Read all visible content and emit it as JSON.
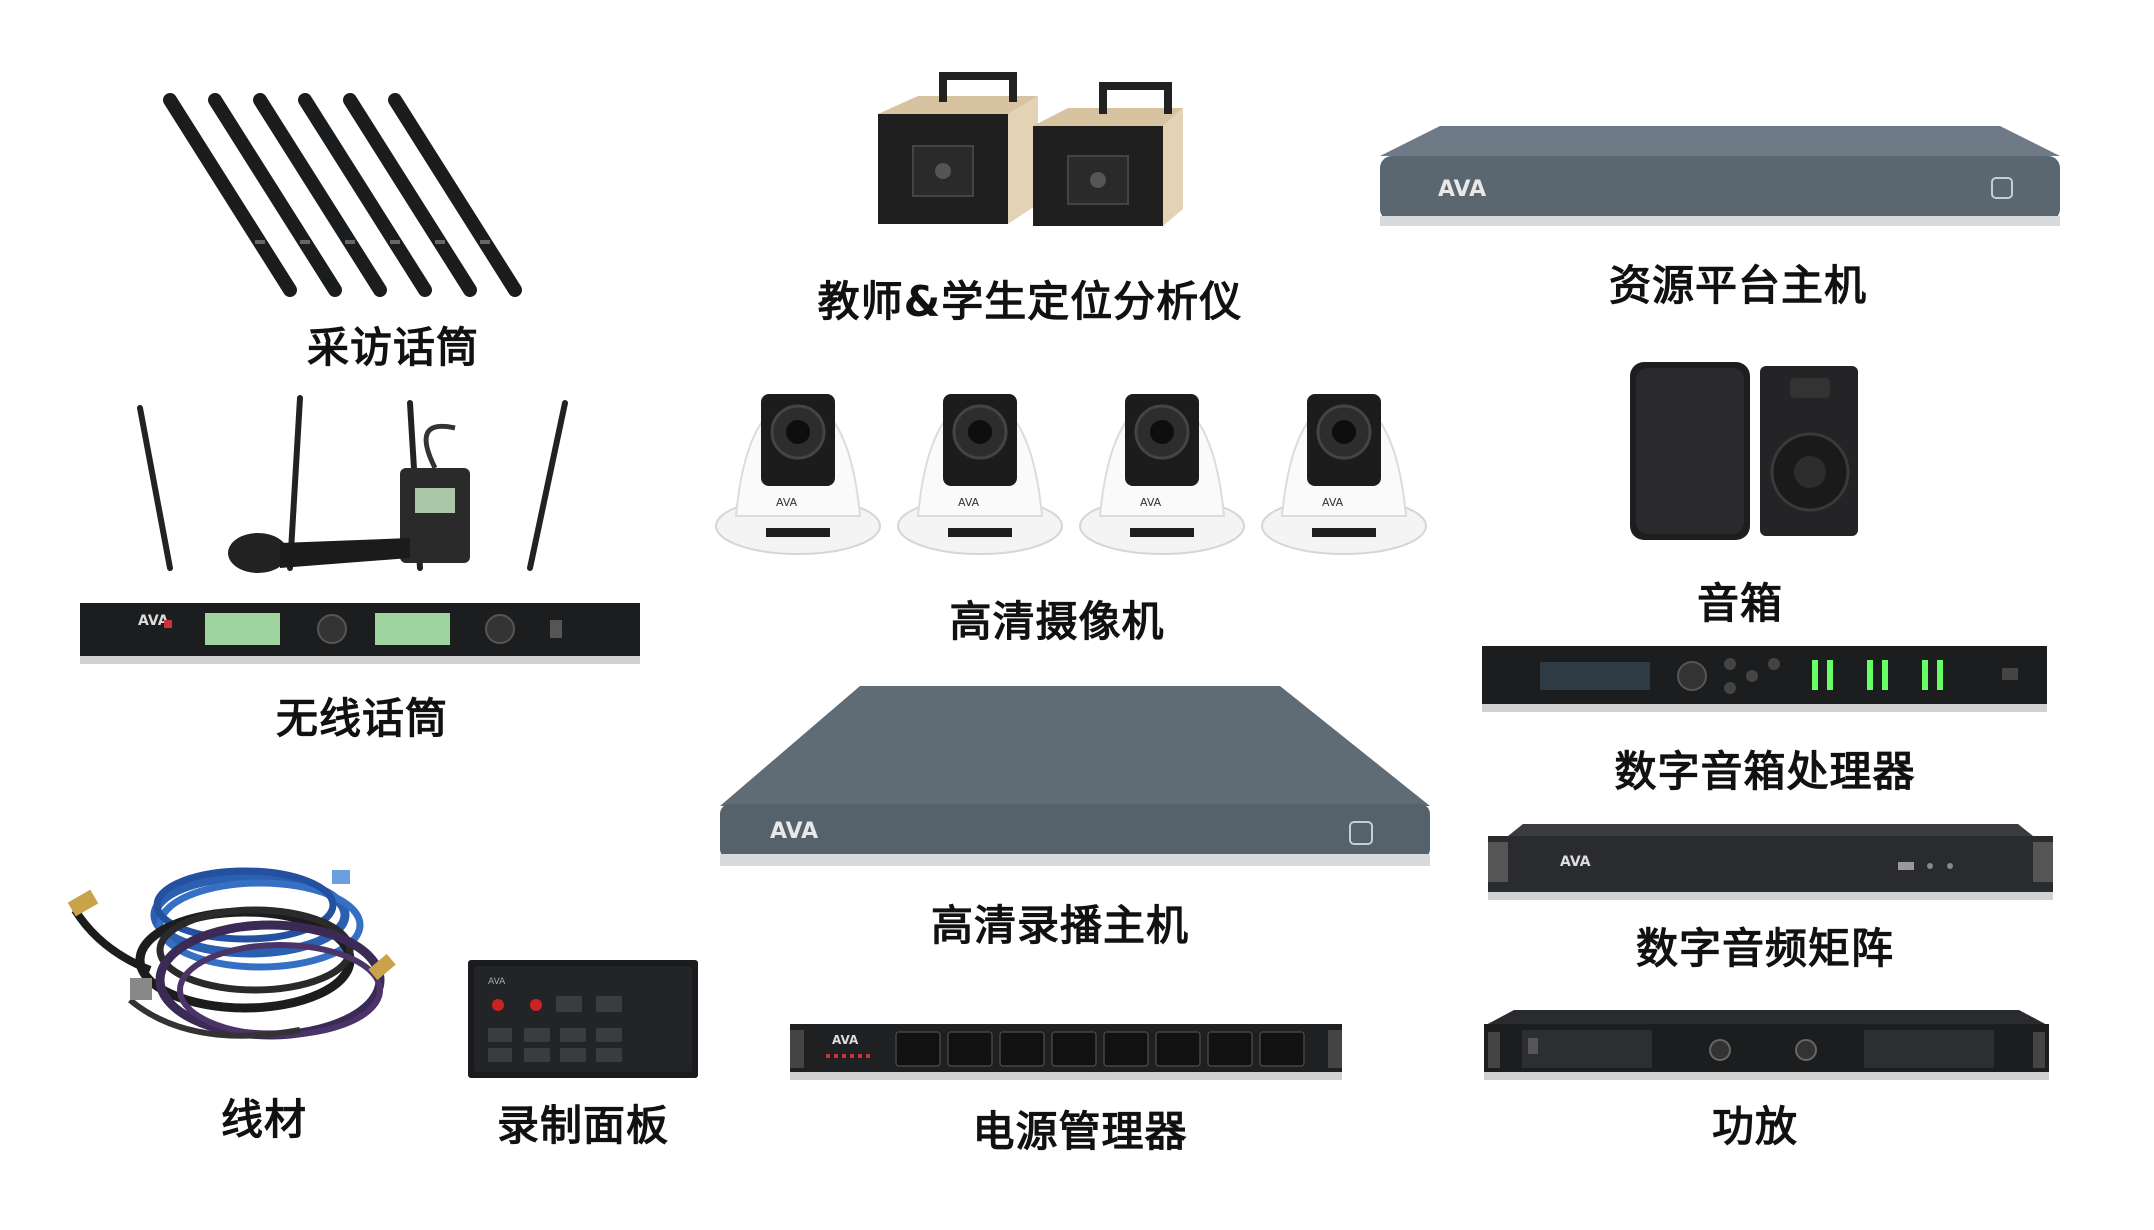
{
  "colors": {
    "background": "#ffffff",
    "label": "#111111",
    "device_dark": "#1e1f22",
    "device_slate": "#5f6b75",
    "lcd_green": "#9fd4a0",
    "cable_blue": "#2b5fb0",
    "cable_purple": "#3a2a55",
    "brass": "#d8c3a0"
  },
  "labels": {
    "interview_mic": "采访话筒",
    "locator": "教师&学生定位分析仪",
    "resource_host": "资源平台主机",
    "wireless_mic": "无线话筒",
    "hd_camera": "高清摄像机",
    "speaker": "音箱",
    "dsp": "数字音箱处理器",
    "record_host": "高清录播主机",
    "audio_matrix": "数字音频矩阵",
    "cables": "线材",
    "record_panel": "录制面板",
    "power_manager": "电源管理器",
    "amplifier": "功放"
  },
  "icons": {
    "interview_mic": "microphone-sticks-icon",
    "locator": "position-tracker-icon",
    "resource_host": "server-host-icon",
    "wireless_mic": "wireless-receiver-icon",
    "hd_camera": "ptz-camera-icon",
    "speaker": "speaker-icon",
    "dsp": "audio-processor-icon",
    "record_host": "recording-host-icon",
    "audio_matrix": "audio-matrix-icon",
    "cables": "cable-coil-icon",
    "record_panel": "control-panel-icon",
    "power_manager": "power-strip-icon",
    "amplifier": "amplifier-icon"
  }
}
